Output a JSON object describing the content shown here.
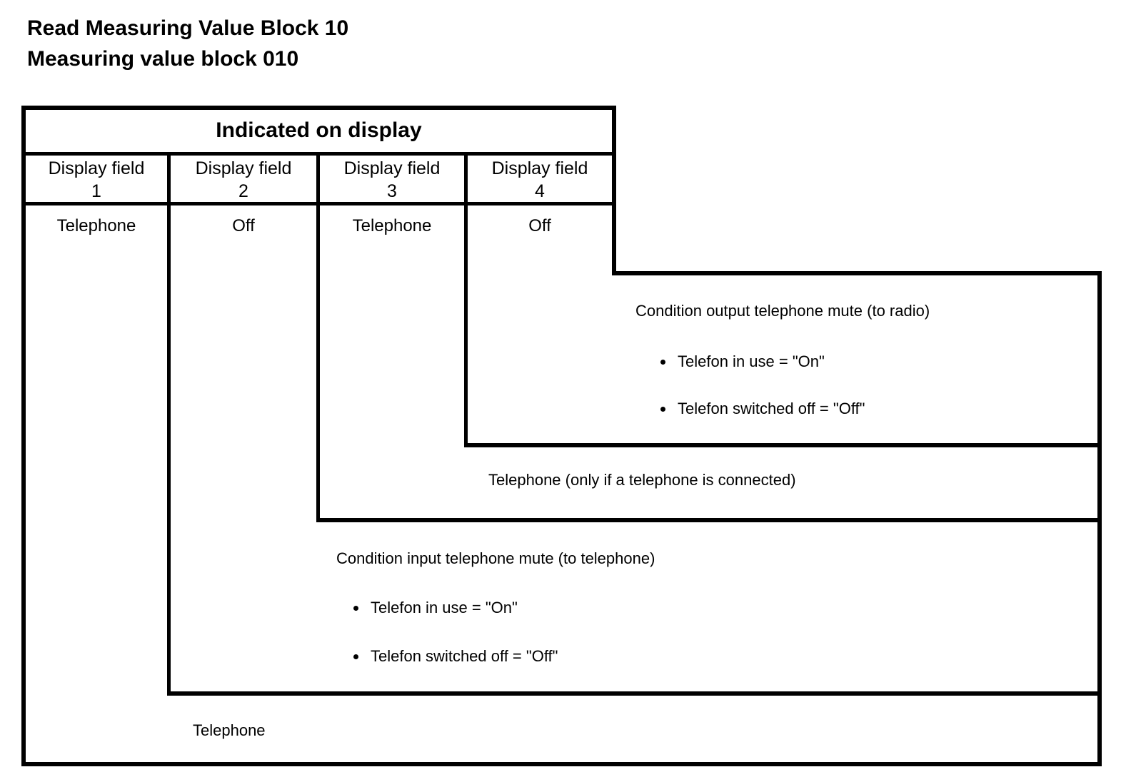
{
  "document": {
    "title_line1": "Read Measuring Value Block 10",
    "title_line2": "Measuring value block 010"
  },
  "table": {
    "header": "Indicated on display",
    "columns": [
      {
        "label": "Display field",
        "number": "1",
        "value": "Telephone"
      },
      {
        "label": "Display field",
        "number": "2",
        "value": "Off"
      },
      {
        "label": "Display field",
        "number": "3",
        "value": "Telephone"
      },
      {
        "label": "Display field",
        "number": "4",
        "value": "Off"
      }
    ]
  },
  "callouts": {
    "field4": {
      "heading": "Condition output telephone mute (to radio)",
      "bullets": [
        "Telefon in use = \"On\"",
        "Telefon switched off = \"Off\""
      ]
    },
    "field3": {
      "label": "Telephone (only if a telephone is connected)"
    },
    "field2": {
      "heading": "Condition input telephone mute (to telephone)",
      "bullets": [
        "Telefon in use = \"On\"",
        "Telefon switched off = \"Off\""
      ]
    },
    "field1": {
      "label": "Telephone"
    }
  },
  "colors": {
    "line": "#000000",
    "background": "#ffffff",
    "text": "#000000"
  }
}
